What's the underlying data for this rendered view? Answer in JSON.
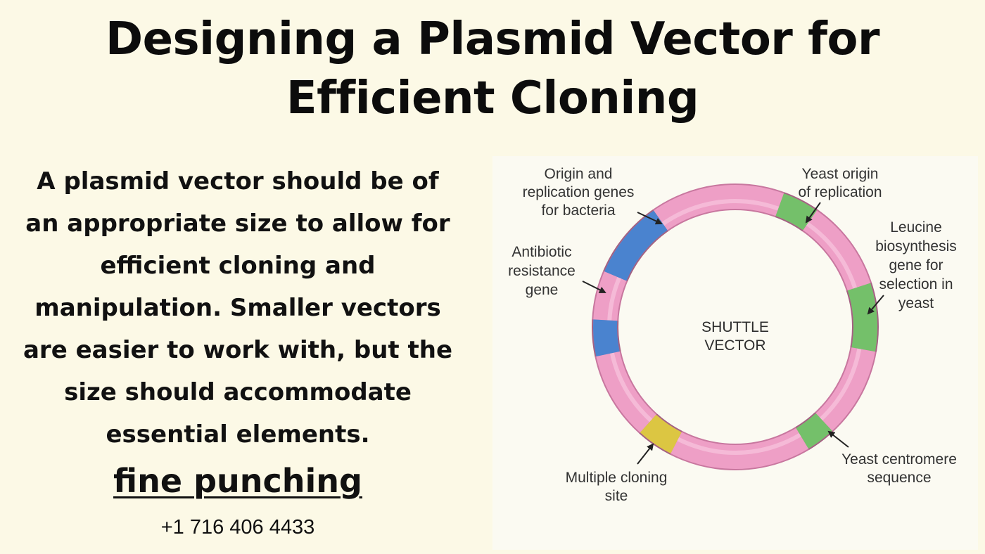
{
  "header": {
    "title_line1": "Designing a Plasmid Vector for",
    "title_line2": "Efficient Cloning"
  },
  "body": {
    "lines": [
      "A plasmid vector should be of",
      "an appropriate size to allow for",
      "efficient cloning and",
      "manipulation. Smaller vectors",
      "are easier to work with, but the",
      "size should accommodate",
      "essential elements."
    ]
  },
  "brand": {
    "name": "fine punching",
    "phone": "+1 716 406 4433"
  },
  "diagram": {
    "center_label": [
      "SHUTTLE",
      "VECTOR"
    ],
    "colors": {
      "backbone": "#ee9fc6",
      "backbone_edge": "#c8779f",
      "bacterial": "#4a83cf",
      "yeast": "#74c06a",
      "mcs": "#dcc642"
    },
    "segments": [
      {
        "name": "origin-replication-bacteria",
        "color_key": "bacterial",
        "start_deg": 293,
        "end_deg": 325
      },
      {
        "name": "yeast-origin",
        "color_key": "yeast",
        "start_deg": 20,
        "end_deg": 35
      },
      {
        "name": "leucine-gene",
        "color_key": "yeast",
        "start_deg": 72,
        "end_deg": 100
      },
      {
        "name": "yeast-centromere",
        "color_key": "yeast",
        "start_deg": 137,
        "end_deg": 149
      },
      {
        "name": "multiple-cloning-site",
        "color_key": "mcs",
        "start_deg": 207,
        "end_deg": 222
      },
      {
        "name": "antibiotic-resistance",
        "color_key": "bacterial",
        "start_deg": 258,
        "end_deg": 273
      }
    ],
    "labels": {
      "origin": [
        "Origin and",
        "replication genes",
        "for bacteria"
      ],
      "yeast_origin": [
        "Yeast origin",
        "of replication"
      ],
      "leucine": [
        "Leucine",
        "biosynthesis",
        "gene for",
        "selection in",
        "yeast"
      ],
      "antibiotic": [
        "Antibiotic",
        "resistance",
        "gene"
      ],
      "centromere": [
        "Yeast centromere",
        "sequence"
      ],
      "mcs": [
        "Multiple cloning",
        "site"
      ]
    }
  }
}
